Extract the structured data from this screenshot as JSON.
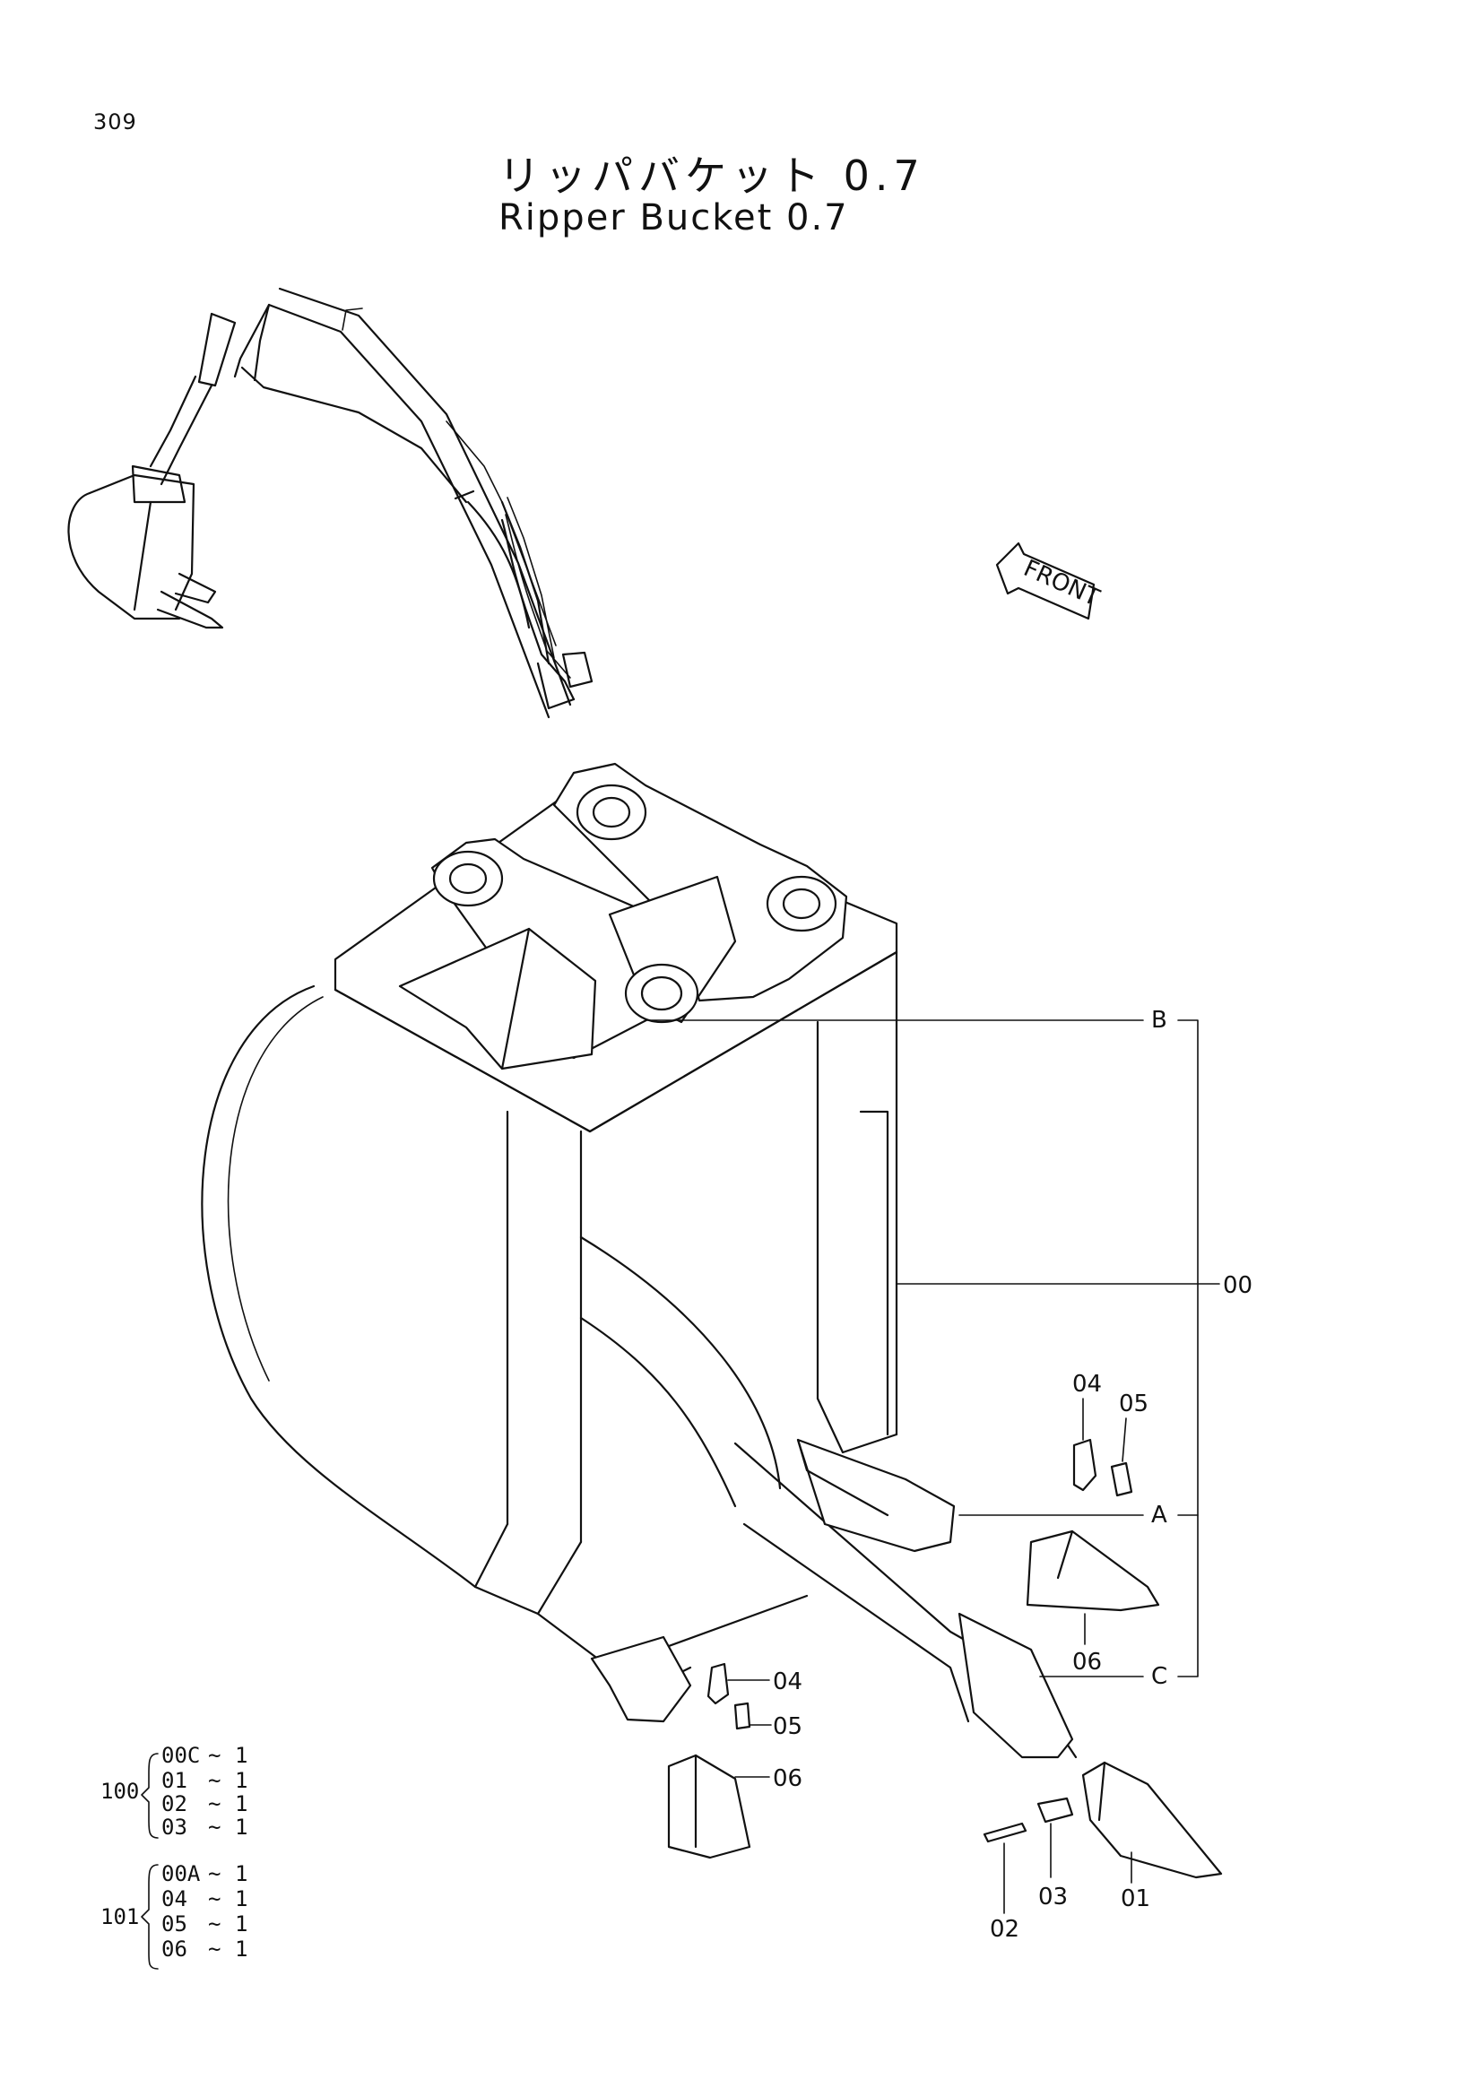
{
  "page_number": "309",
  "title": {
    "japanese": "リッパバケット 0.7",
    "english": "Ripper Bucket 0.7"
  },
  "front_arrow_label": "FRONT",
  "callouts": {
    "B": "B",
    "A": "A",
    "C": "C",
    "00": "00",
    "04_right": "04",
    "05_right": "05",
    "06_right": "06",
    "04_left": "04",
    "05_left": "05",
    "06_left": "06",
    "01": "01",
    "02": "02",
    "03": "03"
  },
  "kits": [
    {
      "number": "100",
      "items": [
        {
          "part": "00C",
          "sep": "~",
          "qty": "1"
        },
        {
          "part": "01",
          "sep": "~",
          "qty": "1"
        },
        {
          "part": "02",
          "sep": "~",
          "qty": "1"
        },
        {
          "part": "03",
          "sep": "~",
          "qty": "1"
        }
      ]
    },
    {
      "number": "101",
      "items": [
        {
          "part": "00A",
          "sep": "~",
          "qty": "1"
        },
        {
          "part": "04",
          "sep": "~",
          "qty": "1"
        },
        {
          "part": "05",
          "sep": "~",
          "qty": "1"
        },
        {
          "part": "06",
          "sep": "~",
          "qty": "1"
        }
      ]
    }
  ]
}
